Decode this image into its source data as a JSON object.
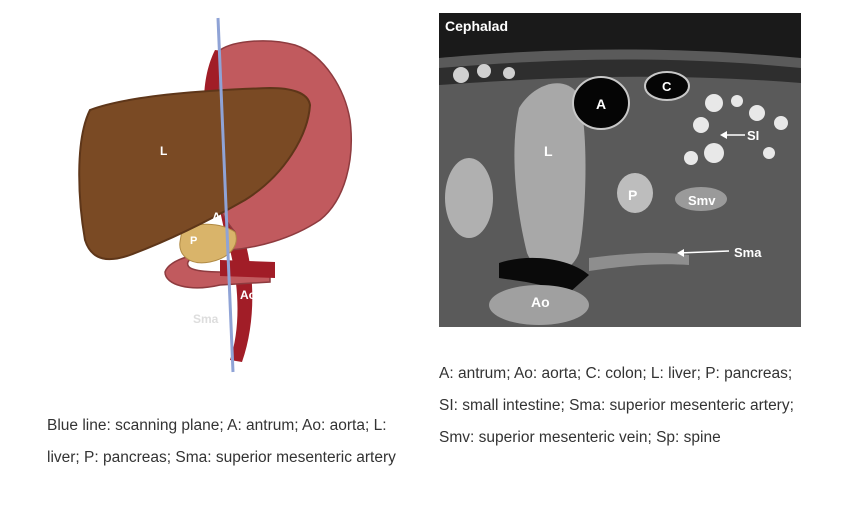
{
  "left_figure": {
    "labels": {
      "liver": "L",
      "antrum": "A",
      "pancreas": "P",
      "aorta": "Ao",
      "sma": "Sma"
    },
    "colors": {
      "liver": "#7a4a24",
      "stomach": "#c15a5e",
      "aorta": "#a11d27",
      "pancreas": "#d9b46a",
      "scan_line": "#8fa3d6"
    },
    "caption": "Blue line: scanning plane; A: antrum; Ao: aorta; L: liver; P: pancreas; Sma: superior mesenteric artery"
  },
  "ct_figure": {
    "orientation_label": "Cephalad",
    "labels": {
      "antrum": "A",
      "colon": "C",
      "small_intestine": "SI",
      "liver": "L",
      "pancreas": "P",
      "smv": "Smv",
      "sma": "Sma",
      "aorta": "Ao"
    },
    "caption": "A: antrum; Ao: aorta; C: colon; L: liver; P: pancreas; SI: small intestine; Sma: superior mesenteric artery; Smv: superior mesenteric vein; Sp: spine"
  }
}
